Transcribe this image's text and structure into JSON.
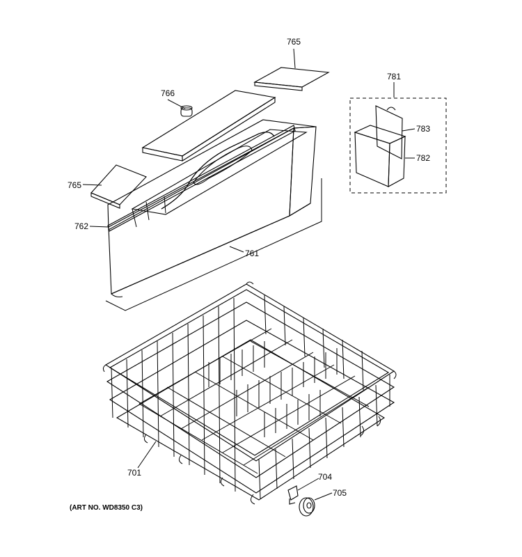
{
  "callouts": {
    "c701": "701",
    "c704": "704",
    "c705": "705",
    "c761": "761",
    "c762": "762",
    "c765a": "765",
    "c765b": "765",
    "c766": "766",
    "c781": "781",
    "c782": "782",
    "c783": "783"
  },
  "art_number": "(ART NO. WD8350 C3)"
}
